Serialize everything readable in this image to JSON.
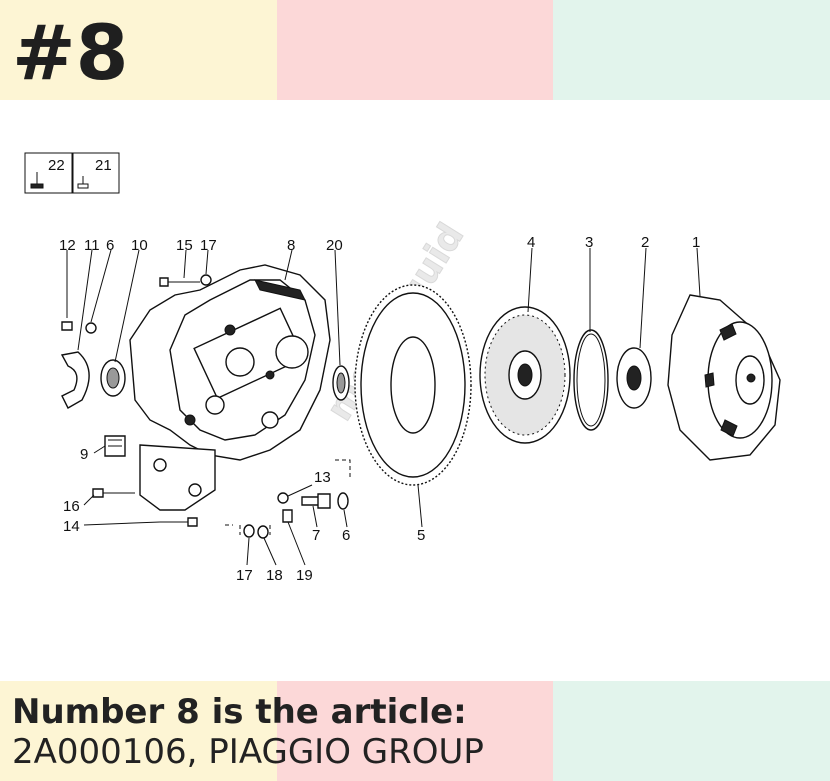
{
  "header": {
    "number": "#8"
  },
  "footer": {
    "line1": "Number 8 is the article:",
    "line2": "2A000106, PIAGGIO GROUP"
  },
  "colors": {
    "band_yellow": "#fdf5d4",
    "band_pink": "#fcd8d8",
    "band_mint": "#e2f4ec"
  },
  "diagram": {
    "icons": [
      {
        "number": "22",
        "icon": "bolt-tall-icon"
      },
      {
        "number": "21",
        "icon": "bolt-short-icon"
      }
    ],
    "watermark": "motoriquid",
    "callouts": [
      "12",
      "11",
      "6",
      "10",
      "15",
      "17",
      "8",
      "20",
      "4",
      "3",
      "2",
      "1",
      "9",
      "16",
      "14",
      "13",
      "7",
      "6",
      "5",
      "17",
      "18",
      "19"
    ]
  }
}
